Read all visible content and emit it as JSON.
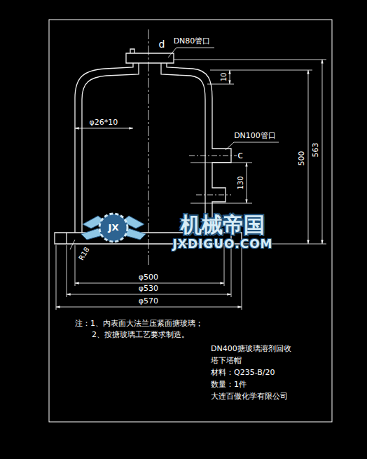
{
  "diagram": {
    "labels": [
      "d",
      "DN80管口",
      "10",
      "φ26*10",
      "DN100管口",
      "c",
      "130",
      "500",
      "563",
      "R18",
      "φ500",
      "φ530",
      "φ570",
      "注：1、内表面大法兰压紧面搪玻璃；",
      "2、按搪玻璃工艺要求制造。",
      "DN400搪玻璃溶剂回收",
      "塔下塔帽",
      "材料：Q235-B/20",
      "数量：1件",
      "大连百傲化学有限公司",
      "机械帝国",
      "JXDIGUO.COM",
      "JX"
    ]
  }
}
